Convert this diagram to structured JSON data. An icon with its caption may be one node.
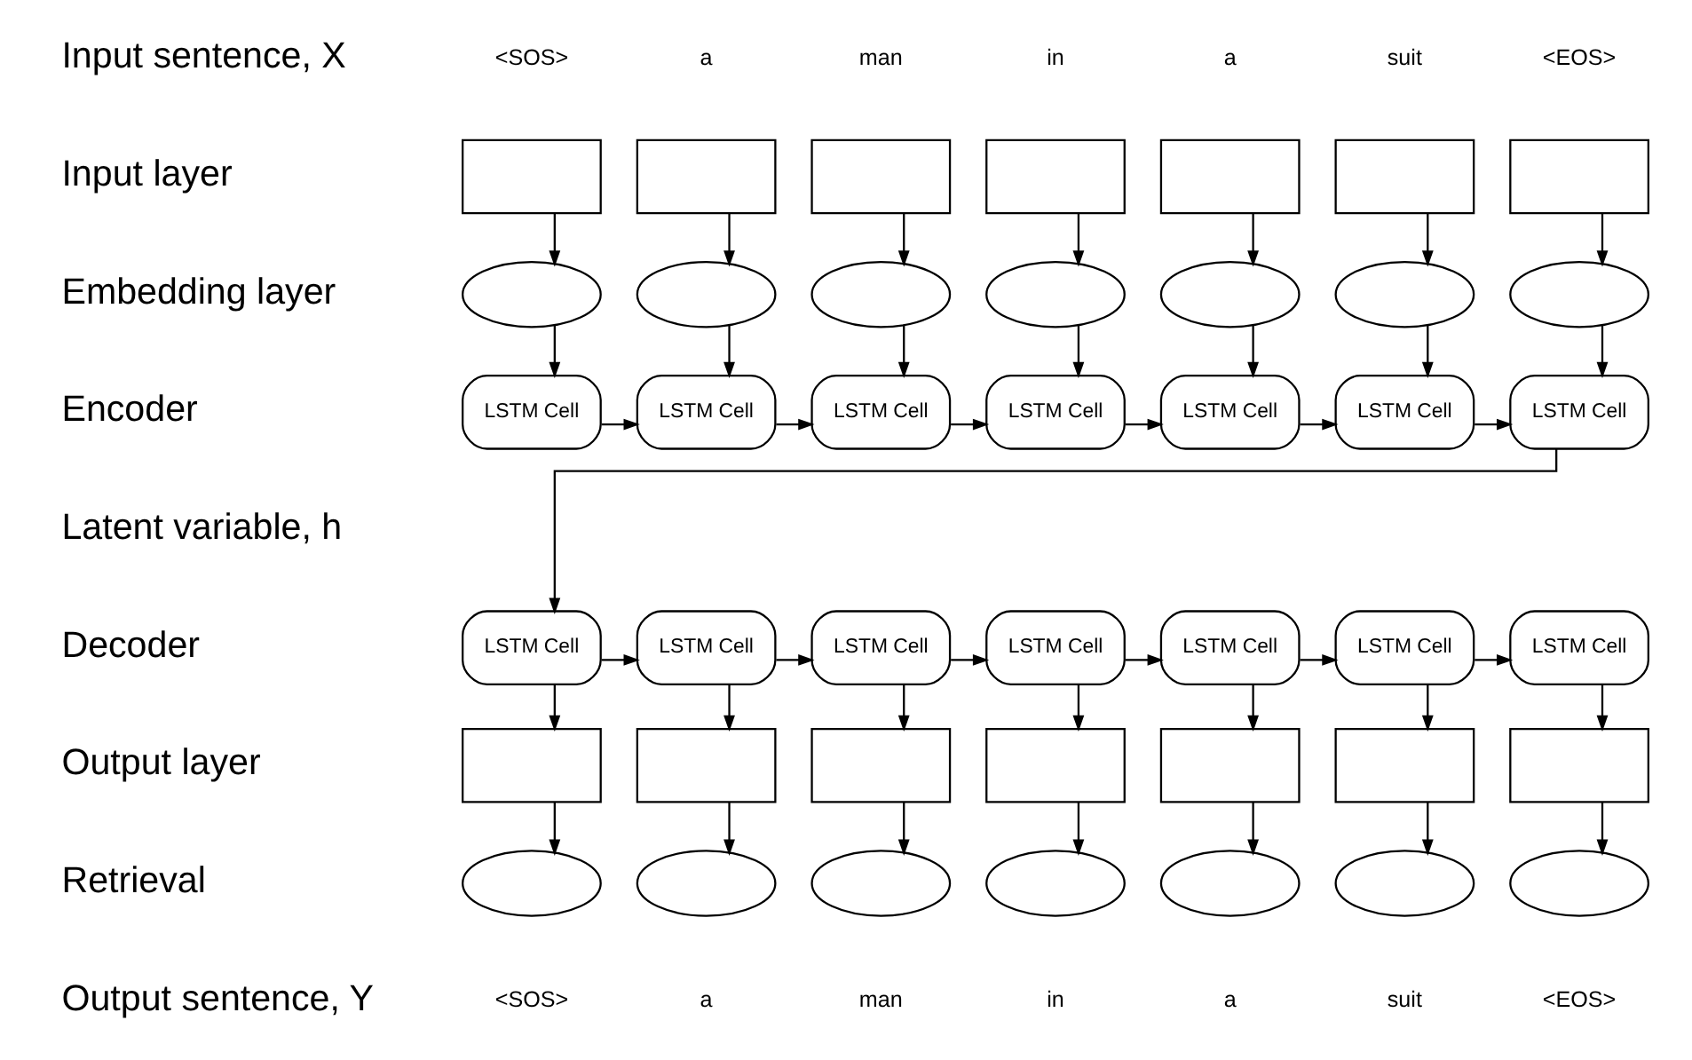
{
  "diagram": {
    "nodes": [
      {
        "text": [],
        "shape": "box"
      },
      {
        "text": [],
        "shape": "box"
      },
      {
        "text": [],
        "shape": "box"
      },
      {
        "text": [],
        "shape": "box"
      },
      {
        "text": [],
        "shape": "box"
      },
      {
        "text": [],
        "shape": "box"
      },
      {
        "text": [],
        "shape": "box"
      },
      {
        "text": [],
        "shape": "ellipse"
      },
      {
        "text": [],
        "shape": "ellipse"
      },
      {
        "text": [],
        "shape": "ellipse"
      },
      {
        "text": [],
        "shape": "ellipse"
      },
      {
        "text": [],
        "shape": "ellipse"
      },
      {
        "text": [],
        "shape": "ellipse"
      },
      {
        "text": [],
        "shape": "ellipse"
      },
      {
        "text": [
          "LSTM Cell"
        ]
      },
      {
        "text": [
          "LSTM Cell"
        ]
      },
      {
        "text": [
          "LSTM Cell"
        ]
      },
      {
        "text": [
          "LSTM Cell"
        ]
      },
      {
        "text": [
          "LSTM Cell"
        ]
      },
      {
        "text": [
          "LSTM Cell"
        ]
      },
      {
        "text": [
          "LSTM Cell"
        ]
      },
      {
        "text": [
          "LSTM Cell"
        ]
      },
      {
        "text": [
          "LSTM Cell"
        ]
      },
      {
        "text": [
          "LSTM Cell"
        ]
      },
      {
        "text": [
          "LSTM Cell"
        ]
      },
      {
        "text": [
          "LSTM Cell"
        ]
      },
      {
        "text": [
          "LSTM Cell"
        ]
      },
      {
        "text": [
          "LSTM Cell"
        ]
      },
      {
        "text": [],
        "shape": "box"
      },
      {
        "text": [],
        "shape": "box"
      },
      {
        "text": [],
        "shape": "box"
      },
      {
        "text": [],
        "shape": "box"
      },
      {
        "text": [],
        "shape": "box"
      },
      {
        "text": [],
        "shape": "box"
      },
      {
        "text": [],
        "shape": "box"
      },
      {
        "text": [],
        "shape": "ellipse"
      },
      {
        "text": [],
        "shape": "ellipse"
      },
      {
        "text": [],
        "shape": "ellipse"
      },
      {
        "text": [],
        "shape": "ellipse"
      },
      {
        "text": [],
        "shape": "ellipse"
      },
      {
        "text": [],
        "shape": "ellipse"
      },
      {
        "text": [],
        "shape": "ellipse"
      }
    ],
    "edges": [
      {
        "from": 0,
        "to": 7,
        "arrow": "to"
      },
      {
        "from": 1,
        "to": 8,
        "arrow": "to"
      },
      {
        "from": 2,
        "to": 9,
        "arrow": "to"
      },
      {
        "from": 3,
        "to": 10,
        "arrow": "to"
      },
      {
        "from": 4,
        "to": 11,
        "arrow": "to"
      },
      {
        "from": 5,
        "to": 12,
        "arrow": "to"
      },
      {
        "from": 6,
        "to": 13,
        "arrow": "to"
      },
      {
        "from": 7,
        "to": 14,
        "arrow": "to"
      },
      {
        "from": 8,
        "to": 15,
        "arrow": "to"
      },
      {
        "from": 9,
        "to": 16,
        "arrow": "to"
      },
      {
        "from": 10,
        "to": 17,
        "arrow": "to"
      },
      {
        "from": 11,
        "to": 18,
        "arrow": "to"
      },
      {
        "from": 12,
        "to": 19,
        "arrow": "to"
      },
      {
        "from": 13,
        "to": 20,
        "arrow": "to"
      },
      {
        "from": 14,
        "to": 15,
        "arrow": "to"
      },
      {
        "from": 15,
        "to": 16,
        "arrow": "to"
      },
      {
        "from": 16,
        "to": 17,
        "arrow": "to"
      },
      {
        "from": 17,
        "to": 18,
        "arrow": "to"
      },
      {
        "from": 18,
        "to": 19,
        "arrow": "to"
      },
      {
        "from": 19,
        "to": 20,
        "arrow": "to"
      },
      {
        "from": 20,
        "to": 21,
        "arrow": "to"
      },
      {
        "from": 21,
        "to": 22,
        "arrow": "to"
      },
      {
        "from": 22,
        "to": 23,
        "arrow": "to"
      },
      {
        "from": 23,
        "to": 24,
        "arrow": "to"
      },
      {
        "from": 24,
        "to": 25,
        "arrow": "to"
      },
      {
        "from": 25,
        "to": 26,
        "arrow": "to"
      },
      {
        "from": 26,
        "to": 27,
        "arrow": "to"
      },
      {
        "from": 21,
        "to": 28,
        "arrow": "to"
      },
      {
        "from": 22,
        "to": 29,
        "arrow": "to"
      },
      {
        "from": 23,
        "to": 30,
        "arrow": "to"
      },
      {
        "from": 24,
        "to": 31,
        "arrow": "to"
      },
      {
        "from": 25,
        "to": 32,
        "arrow": "to"
      },
      {
        "from": 26,
        "to": 33,
        "arrow": "to"
      },
      {
        "from": 27,
        "to": 34,
        "arrow": "to"
      },
      {
        "from": 28,
        "to": 35,
        "arrow": "to"
      },
      {
        "from": 29,
        "to": 36,
        "arrow": "to"
      },
      {
        "from": 30,
        "to": 37,
        "arrow": "to"
      },
      {
        "from": 31,
        "to": 38,
        "arrow": "to"
      },
      {
        "from": 32,
        "to": 39,
        "arrow": "to"
      },
      {
        "from": 33,
        "to": 40,
        "arrow": "to"
      },
      {
        "from": 34,
        "to": 41,
        "arrow": "to"
      }
    ],
    "labels": [
      "Input sentence, X",
      "<SOS>",
      "a",
      "man",
      "in",
      "a",
      "suit",
      "<EOS>",
      "Input layer",
      "Embedding layer",
      "Encoder",
      "Latent variable, h",
      "Decoder",
      "Output layer",
      "Retrieval",
      "Output sentence, Y",
      "<SOS>",
      "a",
      "man",
      "in",
      "a",
      "suit",
      "<EOS>"
    ]
  }
}
